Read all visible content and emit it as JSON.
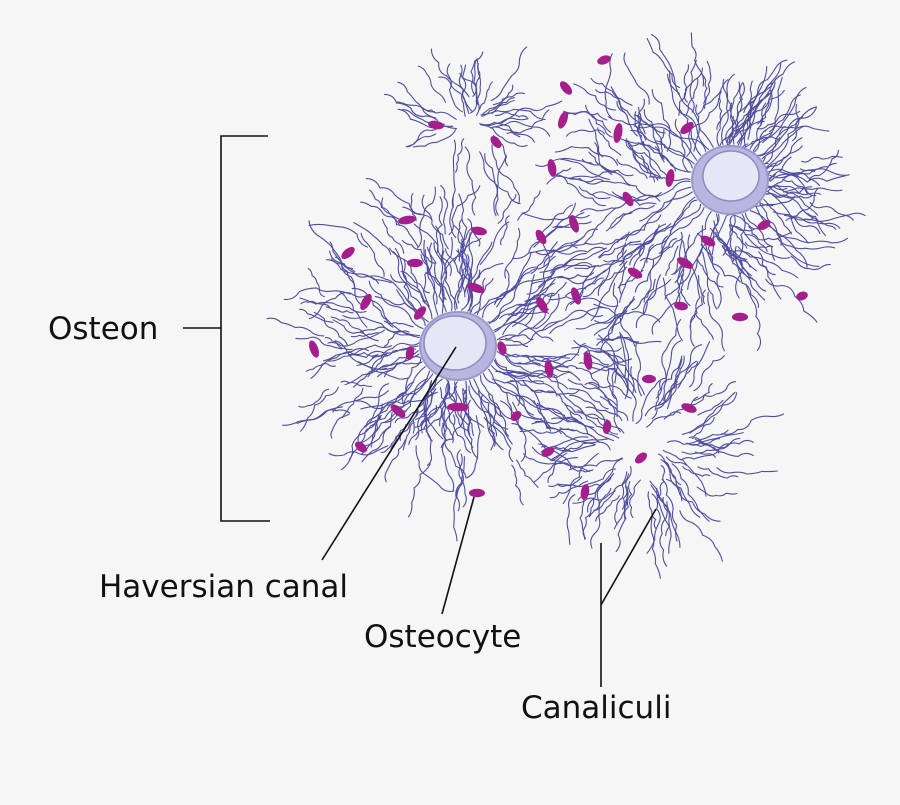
{
  "labels": {
    "osteon": "Osteon",
    "haversian_canal": "Haversian canal",
    "osteocyte": "Osteocyte",
    "canaliculi": "Canaliculi"
  },
  "colors": {
    "background": "#f6f6f6",
    "canaliculi_line": "#4f4e9e",
    "osteocyte_fill": "#a51f8c",
    "canal_ring": "#b8b5e0",
    "canal_lumen": "#e7e6f4",
    "label_line": "#111111"
  }
}
